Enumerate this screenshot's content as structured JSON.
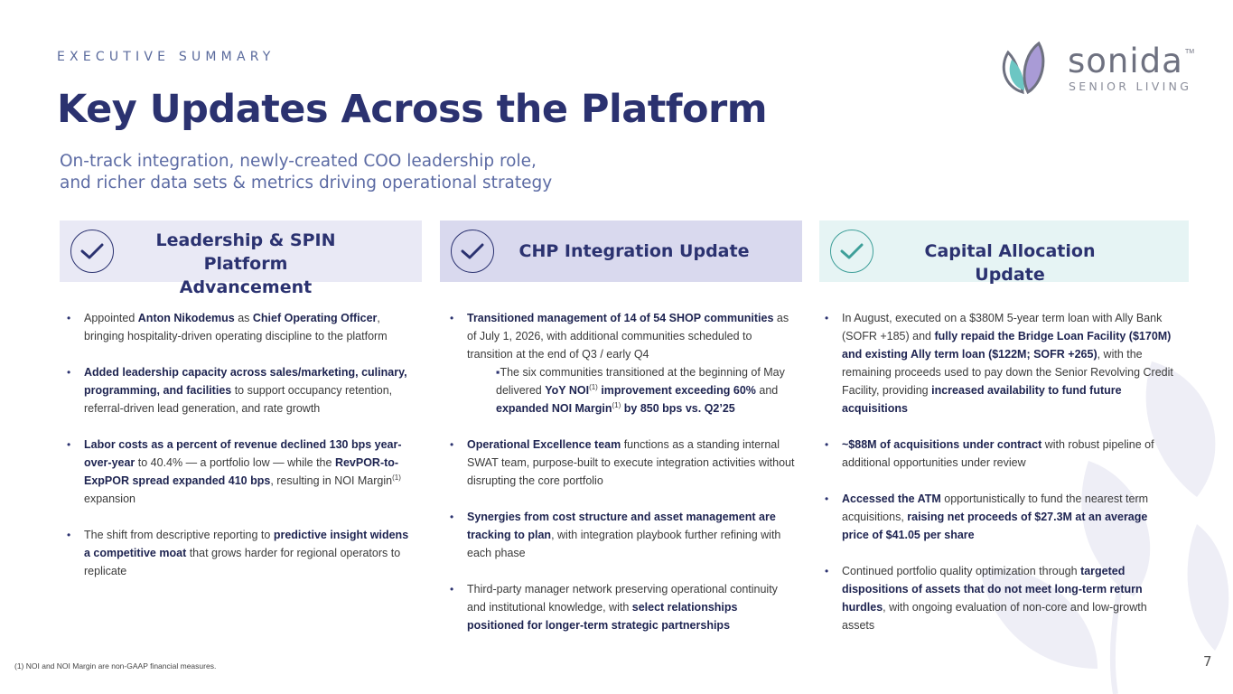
{
  "header": {
    "eyebrow": "EXECUTIVE SUMMARY",
    "title": "Key Updates Across the Platform",
    "subtitle_line1": "On-track integration, newly-created COO leadership role,",
    "subtitle_line2": "and richer data sets & metrics driving operational strategy"
  },
  "logo": {
    "word": "sonida",
    "tm": "TM",
    "sub": "SENIOR LIVING",
    "colors": {
      "teal": "#6cc6c3",
      "purple": "#a99bd6",
      "outline": "#6e7180"
    }
  },
  "colors": {
    "navy": "#2b3270",
    "head1": "#e9e9f5",
    "head2": "#d9d9ee",
    "head3": "#e6f4f4"
  },
  "columns": {
    "leadership": {
      "heading_line1": "Leadership & SPIN Platform",
      "heading_line2": "Advancement",
      "icon": "check-icon",
      "items": [
        [
          "Appointed ",
          "Anton Nikodemus",
          " as ",
          "Chief Operating Officer",
          ", bringing hospitality-driven operating discipline to the platform"
        ],
        [
          "",
          "Added leadership capacity across sales/marketing, culinary, programming, and facilities",
          " to support occupancy retention, referral-driven lead generation, and rate growth"
        ],
        [
          "",
          "Labor costs as a percent of revenue declined 130 bps year-over-year",
          " to 40.4% — a portfolio low — while the ",
          "RevPOR-to-ExpPOR spread expanded 410 bps",
          ", resulting in NOI Margin",
          "(1)",
          " expansion"
        ],
        [
          "The shift from descriptive reporting to ",
          "predictive insight widens a competitive moat",
          " that grows harder for regional operators to replicate"
        ]
      ]
    },
    "chp": {
      "heading": "CHP Integration Update",
      "icon": "check-icon",
      "items": [
        [
          "",
          "Transitioned management of 14 of 54 SHOP communities",
          " as of July 1, 2026, with additional communities scheduled to transition at the end of Q3 / early Q4"
        ],
        [
          "",
          "Operational Excellence team",
          " functions as a standing internal SWAT team, purpose-built to execute integration activities without disrupting the core portfolio"
        ],
        [
          "",
          "Synergies from cost structure and asset management are tracking to plan",
          ", with integration playbook further  refining with each phase"
        ],
        [
          "Third-party manager network preserving operational continuity and institutional knowledge, with ",
          "select relationships positioned for longer-term strategic partnerships",
          ""
        ]
      ],
      "sub_item": [
        "The six communities transitioned at the beginning of May delivered ",
        "YoY NOI",
        "(1)",
        " improvement exceeding 60%",
        " and ",
        "expanded NOI Margin",
        "(1)",
        " by 850 bps vs. Q2’25",
        "▪"
      ]
    },
    "capital": {
      "heading": "Capital Allocation Update",
      "icon": "check-icon",
      "items": [
        [
          "In August, executed on a $380M 5-year term loan with Ally Bank (SOFR +185) and ",
          "fully repaid the Bridge Loan Facility ($170M) and existing Ally term loan ($122M; SOFR +265)",
          ", with the remaining proceeds used to pay down the Senior Revolving Credit Facility, providing ",
          "increased availability to fund future acquisitions",
          ""
        ],
        [
          "",
          "~$88M of acquisitions under contract",
          " with robust pipeline of additional opportunities under review"
        ],
        [
          "",
          "Accessed the ATM",
          " opportunistically to fund the nearest term acquisitions, ",
          "raising net proceeds of $27.3M at an average price of $41.05 per share",
          ""
        ],
        [
          "Continued portfolio quality optimization through ",
          "targeted dispositions of assets that do not meet long-term return hurdles",
          ", with ongoing evaluation of non-core and low-growth assets"
        ]
      ]
    }
  },
  "footer": {
    "footnote": "(1) NOI and NOI Margin are non-GAAP financial measures.",
    "page": "7"
  }
}
